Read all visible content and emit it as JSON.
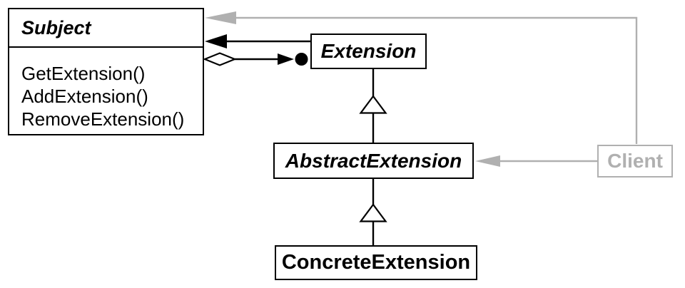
{
  "diagram": {
    "kind": "uml-class-diagram"
  },
  "colors": {
    "ink": "#000000",
    "gray": "#b0b0b0",
    "paper": "#ffffff"
  },
  "classes": {
    "subject": {
      "name": "Subject",
      "abstract": true,
      "methods": [
        "GetExtension()",
        "AddExtension()",
        "RemoveExtension()"
      ]
    },
    "extension": {
      "name": "Extension",
      "abstract": true
    },
    "abstract_extension": {
      "name": "AbstractExtension",
      "abstract": true
    },
    "concrete_extension": {
      "name": "ConcreteExtension",
      "abstract": false
    },
    "client": {
      "name": "Client"
    }
  },
  "relationships": [
    {
      "from": "Client",
      "to": "Subject",
      "type": "directed-association",
      "color": "gray"
    },
    {
      "from": "Client",
      "to": "AbstractExtension",
      "type": "directed-association",
      "color": "gray"
    },
    {
      "from": "Extension",
      "to": "Subject",
      "type": "directed-association",
      "color": "black"
    },
    {
      "from": "Subject",
      "to": "Extension",
      "type": "aggregation-to-many",
      "color": "black"
    },
    {
      "from": "AbstractExtension",
      "to": "Extension",
      "type": "generalization",
      "color": "black"
    },
    {
      "from": "ConcreteExtension",
      "to": "AbstractExtension",
      "type": "generalization",
      "color": "black"
    }
  ]
}
